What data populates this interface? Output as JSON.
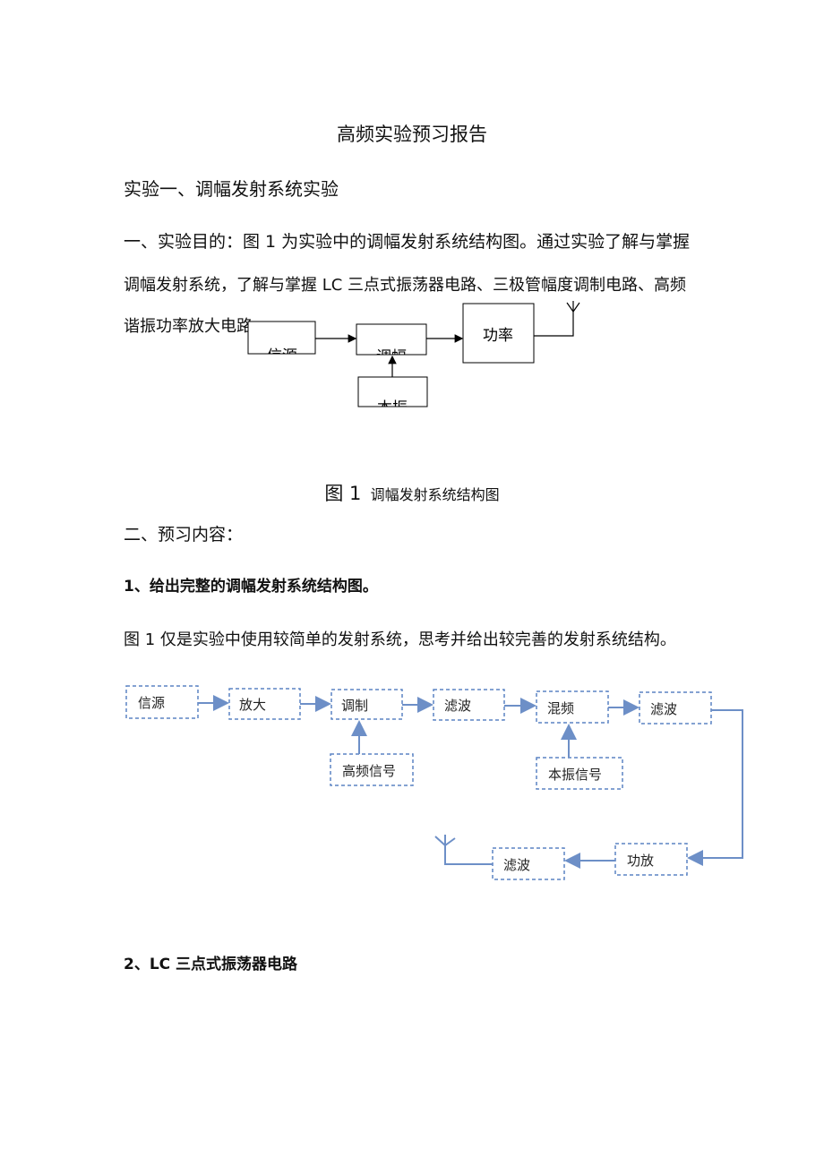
{
  "doc": {
    "title": "高频实验预习报告",
    "exp_title": "实验一、调幅发射系统实验",
    "purpose_heading": "一、实验目的：",
    "purpose_line1": "图 1 为实验中的调幅发射系统结构图。通过实验了解与掌握",
    "purpose_line2": "调幅发射系统，了解与掌握 LC 三点式振荡器电路、三极管幅度调制电路、高频",
    "purpose_line3": "谐振功率放大电路",
    "caption_fig": "图 1",
    "caption_text": "调幅发射系统结构图",
    "preview_heading": "二、预习内容：",
    "item1": "1、给出完整的调幅发射系统结构图。",
    "item1_text": "图 1 仅是实验中使用较简单的发射系统，思考并给出较完善的发射系统结构。",
    "item2": "2、LC 三点式振荡器电路"
  },
  "fig1": {
    "source": "信源",
    "modulator": "调幅",
    "power": "功率",
    "carrier": "本振"
  },
  "fig2": {
    "source": "信源",
    "amp": "放大",
    "mod": "调制",
    "filter1": "滤波",
    "mixer": "混频",
    "filter2": "滤波",
    "hf_signal": "高频信号",
    "lo_signal": "本振信号",
    "power_amp": "功放",
    "filter3": "滤波"
  },
  "colors": {
    "text": "#111111",
    "diagram_blue": "#5b84c4",
    "arrow_blue": "#6d8fc7"
  }
}
